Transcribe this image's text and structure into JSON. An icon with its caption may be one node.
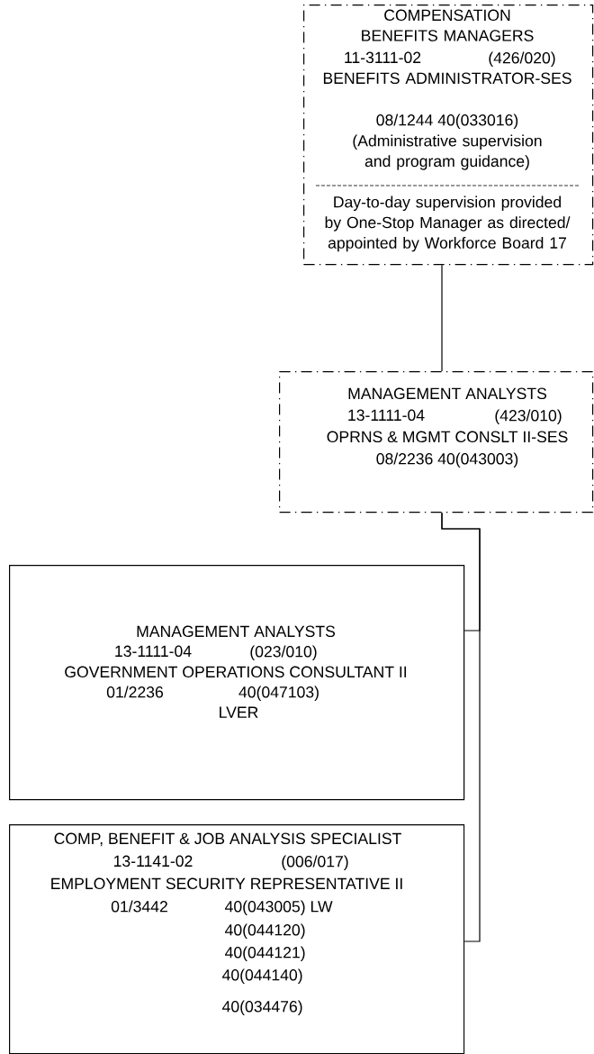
{
  "diagram": {
    "nodes": [
      {
        "text": [
          "COMPENSATION BENEFITS MANAGERS",
          "11-3111-02",
          "(426/020)",
          "BENEFITS ADMINISTRATOR-SES",
          "08/1244   40(033016)",
          "(Administrative supervision and program guidance)",
          "Day-to-day supervision provided by One-Stop Manager as directed/ appointed by Workforce Board 17"
        ]
      },
      {
        "text": [
          "MANAGEMENT ANALYSTS",
          "13-1111-04",
          "(423/010)",
          "OPRNS & MGMT CONSLT II-SES",
          "08/2236   40(043003)"
        ]
      },
      {
        "text": [
          "MANAGEMENT ANALYSTS",
          "13-1111-04",
          "(023/010)",
          "GOVERNMENT OPERATIONS CONSULTANT II",
          "01/2236",
          "40(047103)",
          "LVER"
        ]
      },
      {
        "text": [
          "COMP, BENEFIT & JOB ANALYSIS SPECIALIST",
          "13-1141-02",
          "(006/017)",
          "EMPLOYMENT SECURITY REPRESENTATIVE II",
          "01/3442",
          "40(043005) LW",
          "40(044120)",
          "40(044121)",
          "40(044140)",
          "40(034476)"
        ]
      }
    ],
    "edges": [
      {
        "from": 0,
        "to": 1,
        "arrow": "none"
      },
      {
        "from": 1,
        "to": 2,
        "arrow": "none"
      },
      {
        "from": 1,
        "to": 3,
        "arrow": "none"
      }
    ]
  }
}
